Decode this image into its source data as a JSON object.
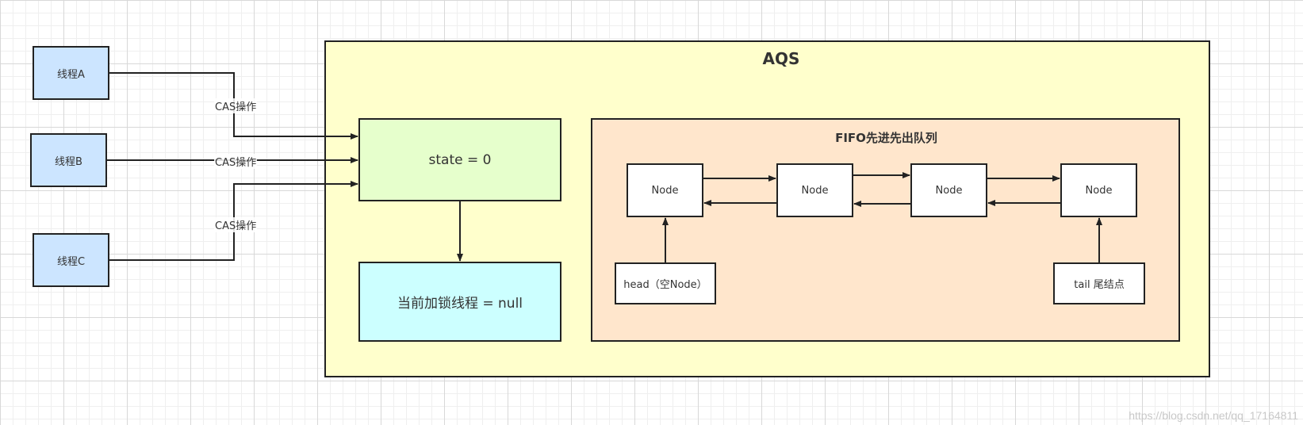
{
  "aqs": {
    "title": "AQS"
  },
  "threads": [
    {
      "label": "线程A",
      "edge_label": "CAS操作"
    },
    {
      "label": "线程B",
      "edge_label": "CAS操作"
    },
    {
      "label": "线程C",
      "edge_label": "CAS操作"
    }
  ],
  "state_box": {
    "label": "state = 0"
  },
  "lock_box": {
    "label": "当前加锁线程 = null"
  },
  "queue": {
    "title": "FIFO先进先出队列",
    "nodes": [
      "Node",
      "Node",
      "Node",
      "Node"
    ],
    "head_label": "head（空Node）",
    "tail_label": "tail 尾结点"
  },
  "colors": {
    "aqs_bg": "#ffffcc",
    "state_bg": "#e6ffcc",
    "lock_bg": "#ccffff",
    "queue_bg": "#ffe6cc",
    "thread_bg": "#cce5ff"
  },
  "watermark": "https://blog.csdn.net/qq_17164811"
}
